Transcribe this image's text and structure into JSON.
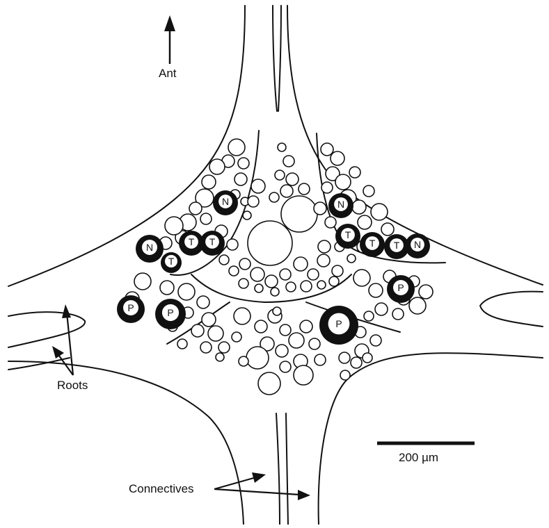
{
  "labels": {
    "ant": "Ant",
    "roots": "Roots",
    "connectives": "Connectives",
    "scale": "200 µm"
  },
  "identified_neurons": {
    "left": [
      {
        "letter": "N"
      },
      {
        "letter": "N"
      },
      {
        "letter": "T"
      },
      {
        "letter": "T"
      },
      {
        "letter": "T"
      },
      {
        "letter": "P"
      },
      {
        "letter": "P"
      }
    ],
    "right": [
      {
        "letter": "N"
      },
      {
        "letter": "T"
      },
      {
        "letter": "T"
      },
      {
        "letter": "T"
      },
      {
        "letter": "N"
      },
      {
        "letter": "P"
      },
      {
        "letter": "P"
      }
    ]
  },
  "colors": {
    "ink": "#111111",
    "paper": "#ffffff"
  }
}
